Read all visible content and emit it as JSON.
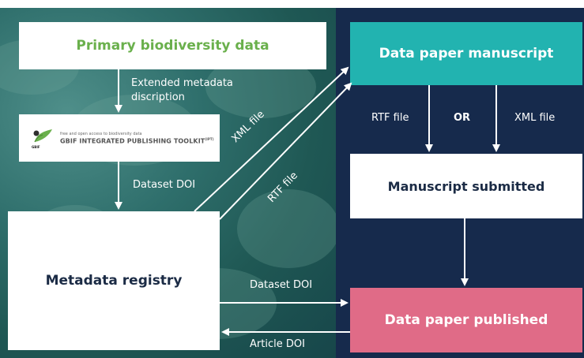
{
  "nodes": {
    "primary_data": "Primary biodiversity data",
    "ipt": {
      "tagline": "free and open access to biodiversity data",
      "name": "GBIF INTEGRATED PUBLISHING TOOLKIT",
      "sup": "(IPT)",
      "org": "GBIF"
    },
    "metadata_registry": "Metadata registry",
    "manuscript": "Data paper manuscript",
    "submitted": "Manuscript submitted",
    "published": "Data paper published"
  },
  "edges": {
    "extended_metadata": [
      "Extended metadata",
      "discription"
    ],
    "dataset_doi_1": "Dataset DOI",
    "xml_file_diag": "XML file",
    "rtf_file_diag": "RTF file",
    "rtf_file": "RTF file",
    "or": "OR",
    "xml_file": "XML file",
    "dataset_doi_2": "Dataset DOI",
    "article_doi": "Article DOI"
  },
  "colors": {
    "primary_text": "#6ab04c",
    "manuscript_box": "#22b3b0",
    "published_box": "#e06b87",
    "dark_panel": "#162a4c",
    "forest_panel": "#2f6f6c",
    "label_text": "#1b2b45",
    "arrow": "#ffffff"
  }
}
